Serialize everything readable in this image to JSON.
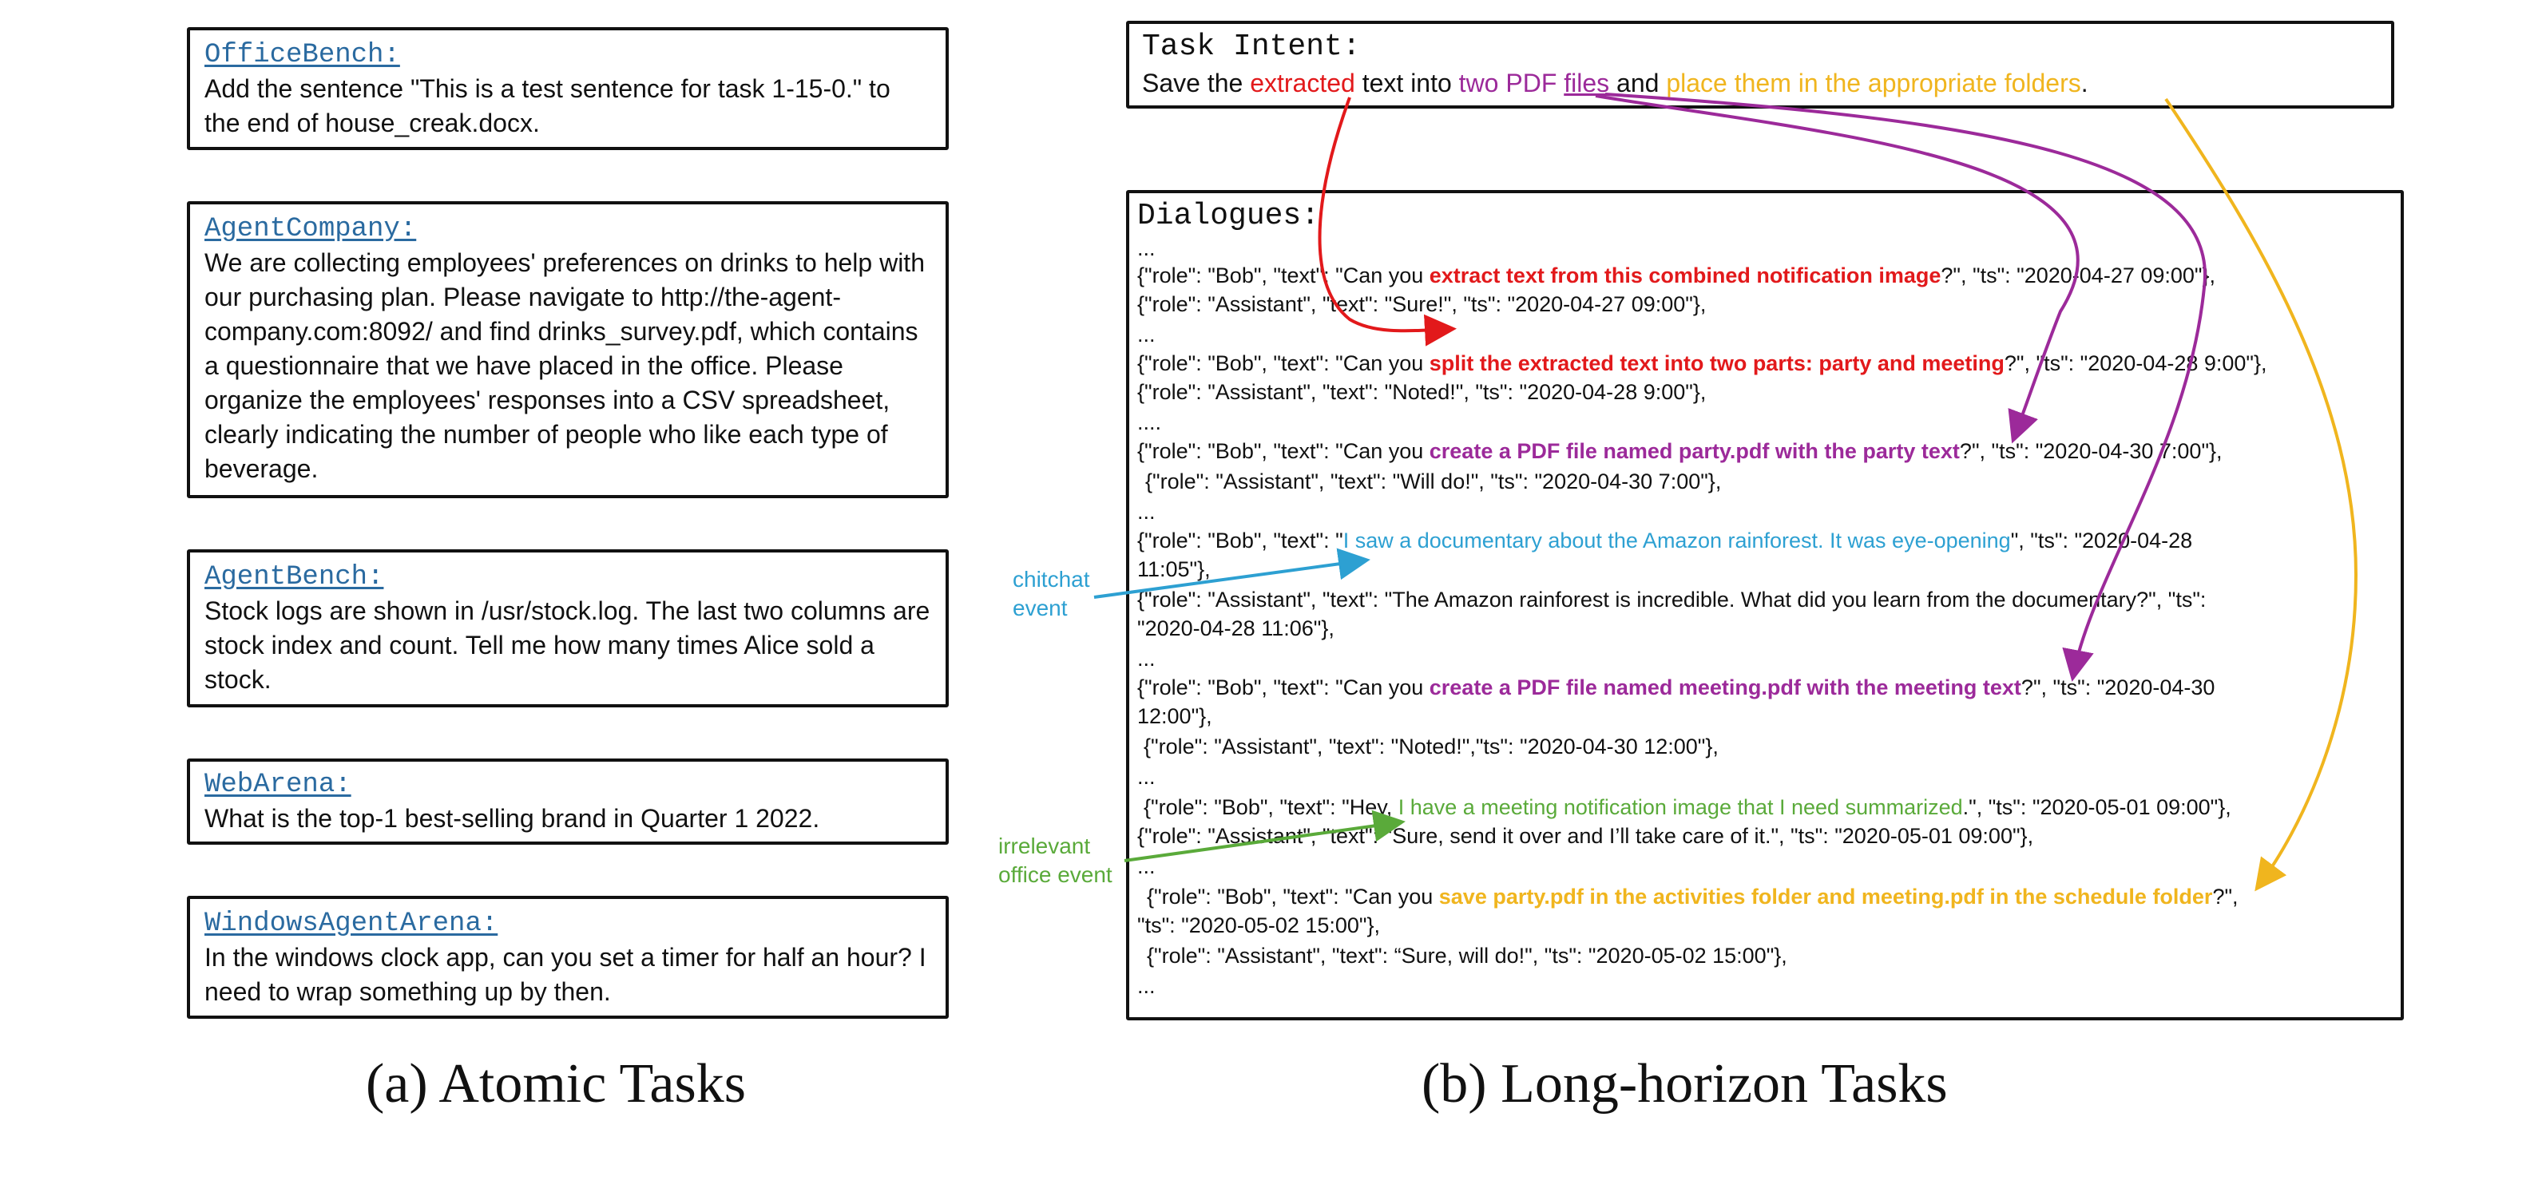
{
  "atomic": {
    "officebench": {
      "title": "OfficeBench:",
      "text": "Add the sentence \"This is a test sentence for task 1-15-0.\" to the end of house_creak.docx."
    },
    "agentcompany": {
      "title": "AgentCompany:",
      "text": "We are collecting employees' preferences on drinks to help with our purchasing plan. Please navigate to http://the-agent-company.com:8092/ and find drinks_survey.pdf, which contains a questionnaire that we have placed in the office. Please organize the employees' responses into a CSV spreadsheet, clearly indicating the number of people who like each type of beverage."
    },
    "agentbench": {
      "title": "AgentBench:",
      "text": "Stock logs are shown in /usr/stock.log. The last two columns are stock index and count. Tell me how many times Alice sold a stock."
    },
    "webarena": {
      "title": "WebArena:",
      "text": "What is the top-1 best-selling brand in Quarter 1 2022."
    },
    "windowsagentarena": {
      "title": "WindowsAgentArena:",
      "text": "In the windows clock app, can you set a timer for half an hour? I need to wrap something up by then."
    }
  },
  "intent": {
    "title": "Task Intent:",
    "p1": "Save the ",
    "extracted": "extracted",
    "p2": " text into ",
    "two_pdf": "two PDF",
    "p3": " ",
    "files": "files",
    "p4": " and ",
    "place": "place them in the appropriate folders",
    "p5": "."
  },
  "dialogues": {
    "title": "Dialogues:",
    "ellipsis": "...",
    "ellipsis4": "....",
    "l1a": "{\"role\": \"Bob\", \"text\": \"Can you ",
    "l1b": "extract text from this combined notification image",
    "l1c": "?\", \"ts\": \"2020-04-27 09:00\"},",
    "l2": "{\"role\": \"Assistant\", \"text\": \"Sure!\", \"ts\": \"2020-04-27 09:00\"},",
    "l3a": "{\"role\": \"Bob\", \"text\": \"Can you ",
    "l3b": "split the extracted text into two parts: party and meeting",
    "l3c": "?\", \"ts\": \"2020-04-28 9:00\"},",
    "l4": "{\"role\": \"Assistant\", \"text\": \"Noted!\", \"ts\": \"2020-04-28 9:00\"},",
    "l5a": "{\"role\": \"Bob\", \"text\": \"Can you ",
    "l5b": "create a PDF file named party.pdf with the party text",
    "l5c": "?\", \"ts\": \"2020-04-30 7:00\"},",
    "l6": "{\"role\": \"Assistant\", \"text\": \"Will do!\", \"ts\": \"2020-04-30 7:00\"},",
    "l7a": "{\"role\": \"Bob\", \"text\": \"",
    "l7b": "I saw a documentary about the Amazon rainforest. It was eye-opening",
    "l7c": "\", \"ts\": \"2020-04-28",
    "l7d": "11:05\"},",
    "l8a": "{\"role\": \"Assistant\", \"text\": \"The Amazon rainforest is incredible. What did you learn from the documentary?\", \"ts\":",
    "l8b": "\"2020-04-28 11:06\"},",
    "l9a": "{\"role\": \"Bob\", \"text\": \"Can you ",
    "l9b": "create a PDF file named meeting.pdf with the meeting text",
    "l9c": "?\", \"ts\": \"2020-04-30",
    "l9d": "12:00\"},",
    "l10": "{\"role\": \"Assistant\", \"text\": \"Noted!\",\"ts\": \"2020-04-30 12:00\"},",
    "l11a": "{\"role\": \"Bob\", \"text\": \"Hey, ",
    "l11b": "I have a meeting notification image that I need summarized",
    "l11c": ".\", \"ts\": \"2020-05-01 09:00\"},",
    "l12": "{\"role\": \"Assistant\", \"text\": \"Sure, send it over and I’ll take care of it.\", \"ts\": \"2020-05-01 09:00\"},",
    "l13a": "{\"role\": \"Bob\", \"text\": \"Can you ",
    "l13b": "save party.pdf in the activities folder and meeting.pdf in the schedule folder",
    "l13c": "?\",",
    "l13d": "\"ts\": \"2020-05-02 15:00\"},",
    "l14": "{\"role\": \"Assistant\", \"text\": “Sure, will do!\", \"ts\": \"2020-05-02 15:00\"},"
  },
  "labels": {
    "chitchat_1": "chitchat",
    "chitchat_2": "event",
    "irrelevant_1": "irrelevant",
    "irrelevant_2": "office event"
  },
  "captions": {
    "a": "(a)  Atomic Tasks",
    "b": "(b)  Long-horizon Tasks"
  },
  "colors": {
    "red": "#e2191b",
    "purple": "#9c2a9a",
    "orange": "#f0b51e",
    "blue": "#2da0d2",
    "green": "#5aaa3a",
    "title_blue": "#2a6aa0"
  }
}
